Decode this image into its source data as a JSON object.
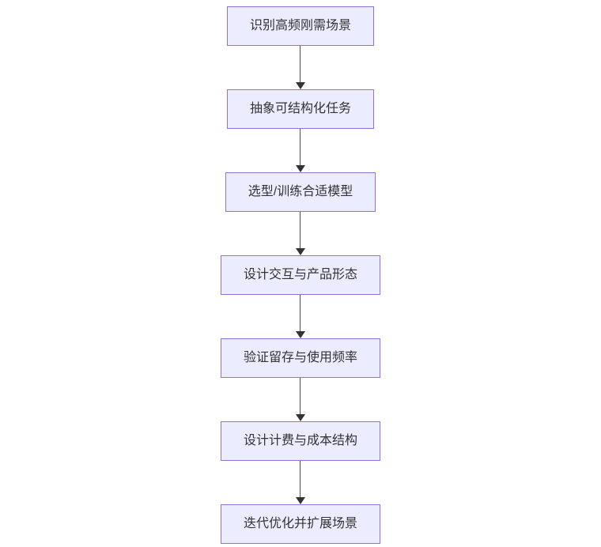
{
  "diagram": {
    "type": "flowchart",
    "direction": "top-down",
    "nodes": [
      {
        "id": "step-1",
        "label": "识别高频刚需场景"
      },
      {
        "id": "step-2",
        "label": "抽象可结构化任务"
      },
      {
        "id": "step-3",
        "label": "选型/训练合适模型"
      },
      {
        "id": "step-4",
        "label": "设计交互与产品形态"
      },
      {
        "id": "step-5",
        "label": "验证留存与使用频率"
      },
      {
        "id": "step-6",
        "label": "设计计费与成本结构"
      },
      {
        "id": "step-7",
        "label": "迭代优化并扩展场景"
      }
    ],
    "edges": [
      {
        "from": "step-1",
        "to": "step-2"
      },
      {
        "from": "step-2",
        "to": "step-3"
      },
      {
        "from": "step-3",
        "to": "step-4"
      },
      {
        "from": "step-4",
        "to": "step-5"
      },
      {
        "from": "step-5",
        "to": "step-6"
      },
      {
        "from": "step-6",
        "to": "step-7"
      }
    ],
    "colors": {
      "node_fill": "#ECECFF",
      "node_border": "#9370DB",
      "node_text": "#333333",
      "arrow": "#333333",
      "background": "#FFFFFF"
    }
  }
}
